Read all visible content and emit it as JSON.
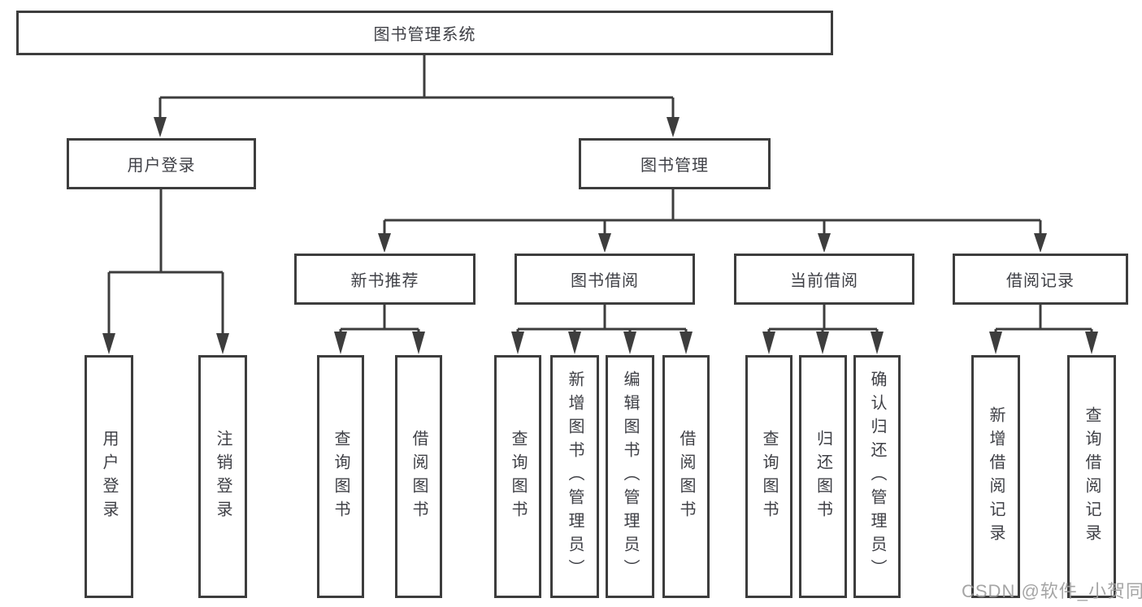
{
  "diagram": {
    "root": {
      "label": "图书管理系统"
    },
    "branches": [
      {
        "label": "用户登录",
        "children": [
          {
            "label": "用户登录"
          },
          {
            "label": "注销登录"
          }
        ]
      },
      {
        "label": "图书管理",
        "children": [
          {
            "label": "新书推荐",
            "children": [
              {
                "label": "查询图书"
              },
              {
                "label": "借阅图书"
              }
            ]
          },
          {
            "label": "图书借阅",
            "children": [
              {
                "label": "查询图书"
              },
              {
                "label": "新增图书（管理员）"
              },
              {
                "label": "编辑图书（管理员）"
              },
              {
                "label": "借阅图书"
              }
            ]
          },
          {
            "label": "当前借阅",
            "children": [
              {
                "label": "查询图书"
              },
              {
                "label": "归还图书"
              },
              {
                "label": "确认归还（管理员）"
              }
            ]
          },
          {
            "label": "借阅记录",
            "children": [
              {
                "label": "新增借阅记录"
              },
              {
                "label": "查询借阅记录"
              }
            ]
          }
        ]
      }
    ]
  },
  "watermark": {
    "text": "CSDN @软件_小贺同学"
  },
  "colors": {
    "line": "#3d3d3d",
    "text": "#3f4046",
    "watermark": "#9c9c9c",
    "background": "#ffffff"
  }
}
